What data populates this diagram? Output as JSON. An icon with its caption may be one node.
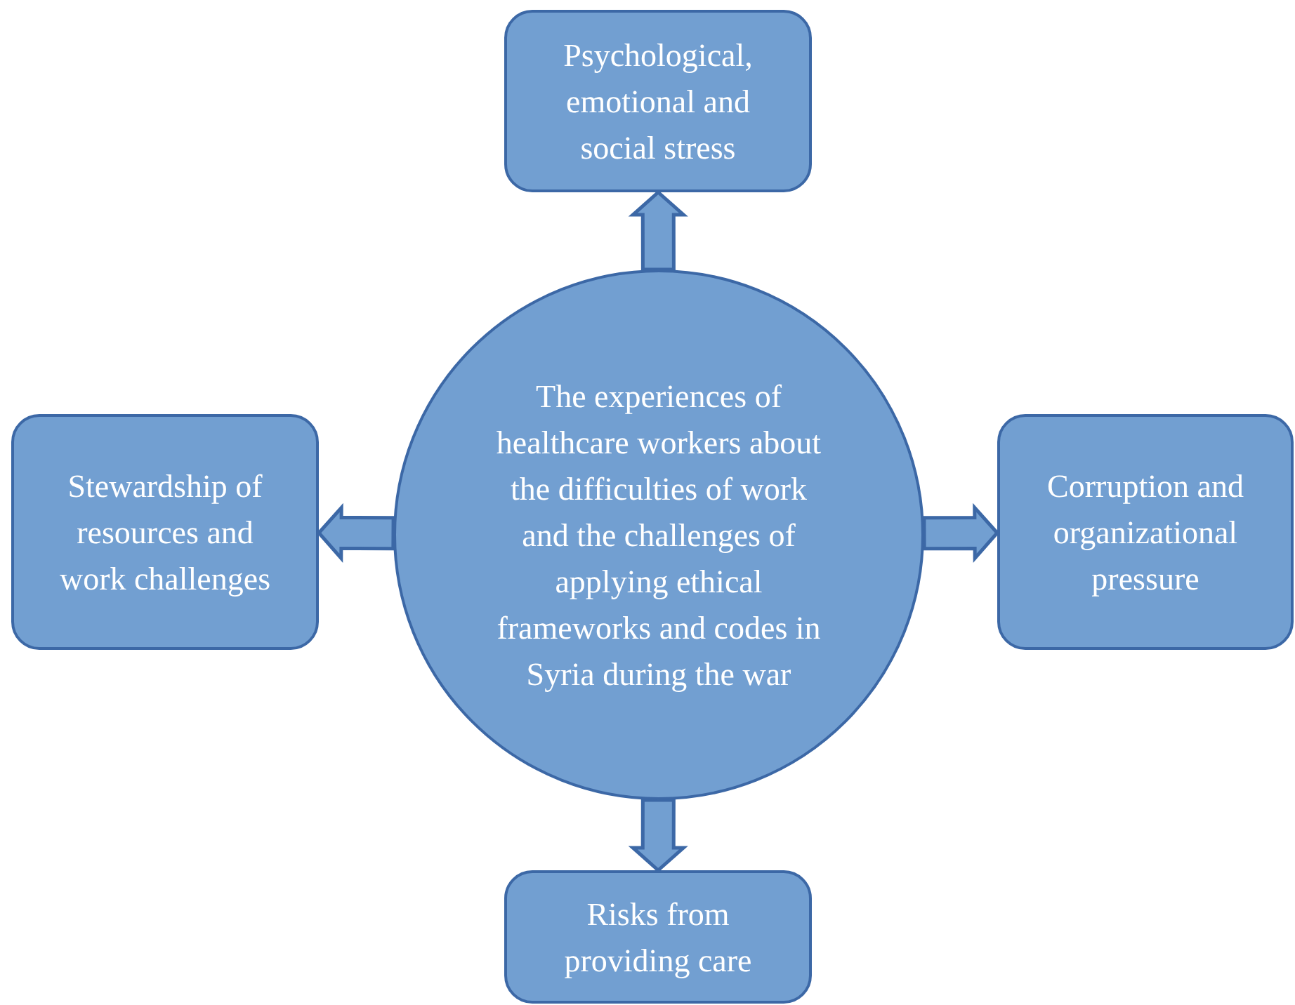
{
  "diagram": {
    "nodes": [
      {
        "text": [
          "Psychological, emotional and social stress"
        ]
      },
      {
        "text": [
          "Stewardship of resources and work challenges"
        ]
      },
      {
        "text": [
          "The experiences of healthcare workers about the difficulties of work and the challenges of applying ethical frameworks and codes in Syria during the war"
        ]
      },
      {
        "text": [
          "Corruption and organizational pressure"
        ]
      },
      {
        "text": [
          "Risks from providing care"
        ]
      }
    ],
    "edges": [
      {
        "from": 2,
        "to": 0,
        "arrow": "to"
      },
      {
        "from": 2,
        "to": 1,
        "arrow": "to"
      },
      {
        "from": 2,
        "to": 3,
        "arrow": "to"
      },
      {
        "from": 2,
        "to": 4,
        "arrow": "to"
      }
    ]
  }
}
